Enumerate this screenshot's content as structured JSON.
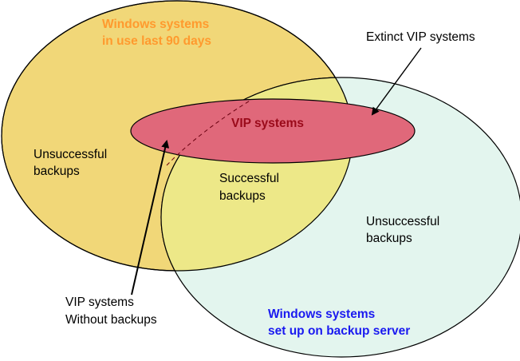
{
  "diagram": {
    "type": "venn",
    "sets": {
      "in_use": {
        "label_line1": "Windows systems",
        "label_line2": "in use last 90 days",
        "label_color": "#FF9A2E",
        "fill": "#F1D778"
      },
      "backup_server": {
        "label_line1": "Windows systems",
        "label_line2": "set up on backup server",
        "label_color": "#1A1AF0",
        "fill": "#E3F5EE"
      },
      "vip": {
        "label": "VIP systems",
        "label_color": "#9A0A1A",
        "fill": "#E0687A"
      }
    },
    "overlap_fill": "#EDE888",
    "regions": {
      "left_unsuccessful": {
        "line1": "Unsuccessful",
        "line2": "backups"
      },
      "successful": {
        "line1": "Successful",
        "line2": "backups"
      },
      "right_unsuccessful": {
        "line1": "Unsuccessful",
        "line2": "backups"
      }
    },
    "callouts": {
      "extinct_vip": {
        "label": "Extinct VIP systems"
      },
      "vip_without_backups": {
        "line1": "VIP systems",
        "line2": "Without backups"
      }
    }
  }
}
